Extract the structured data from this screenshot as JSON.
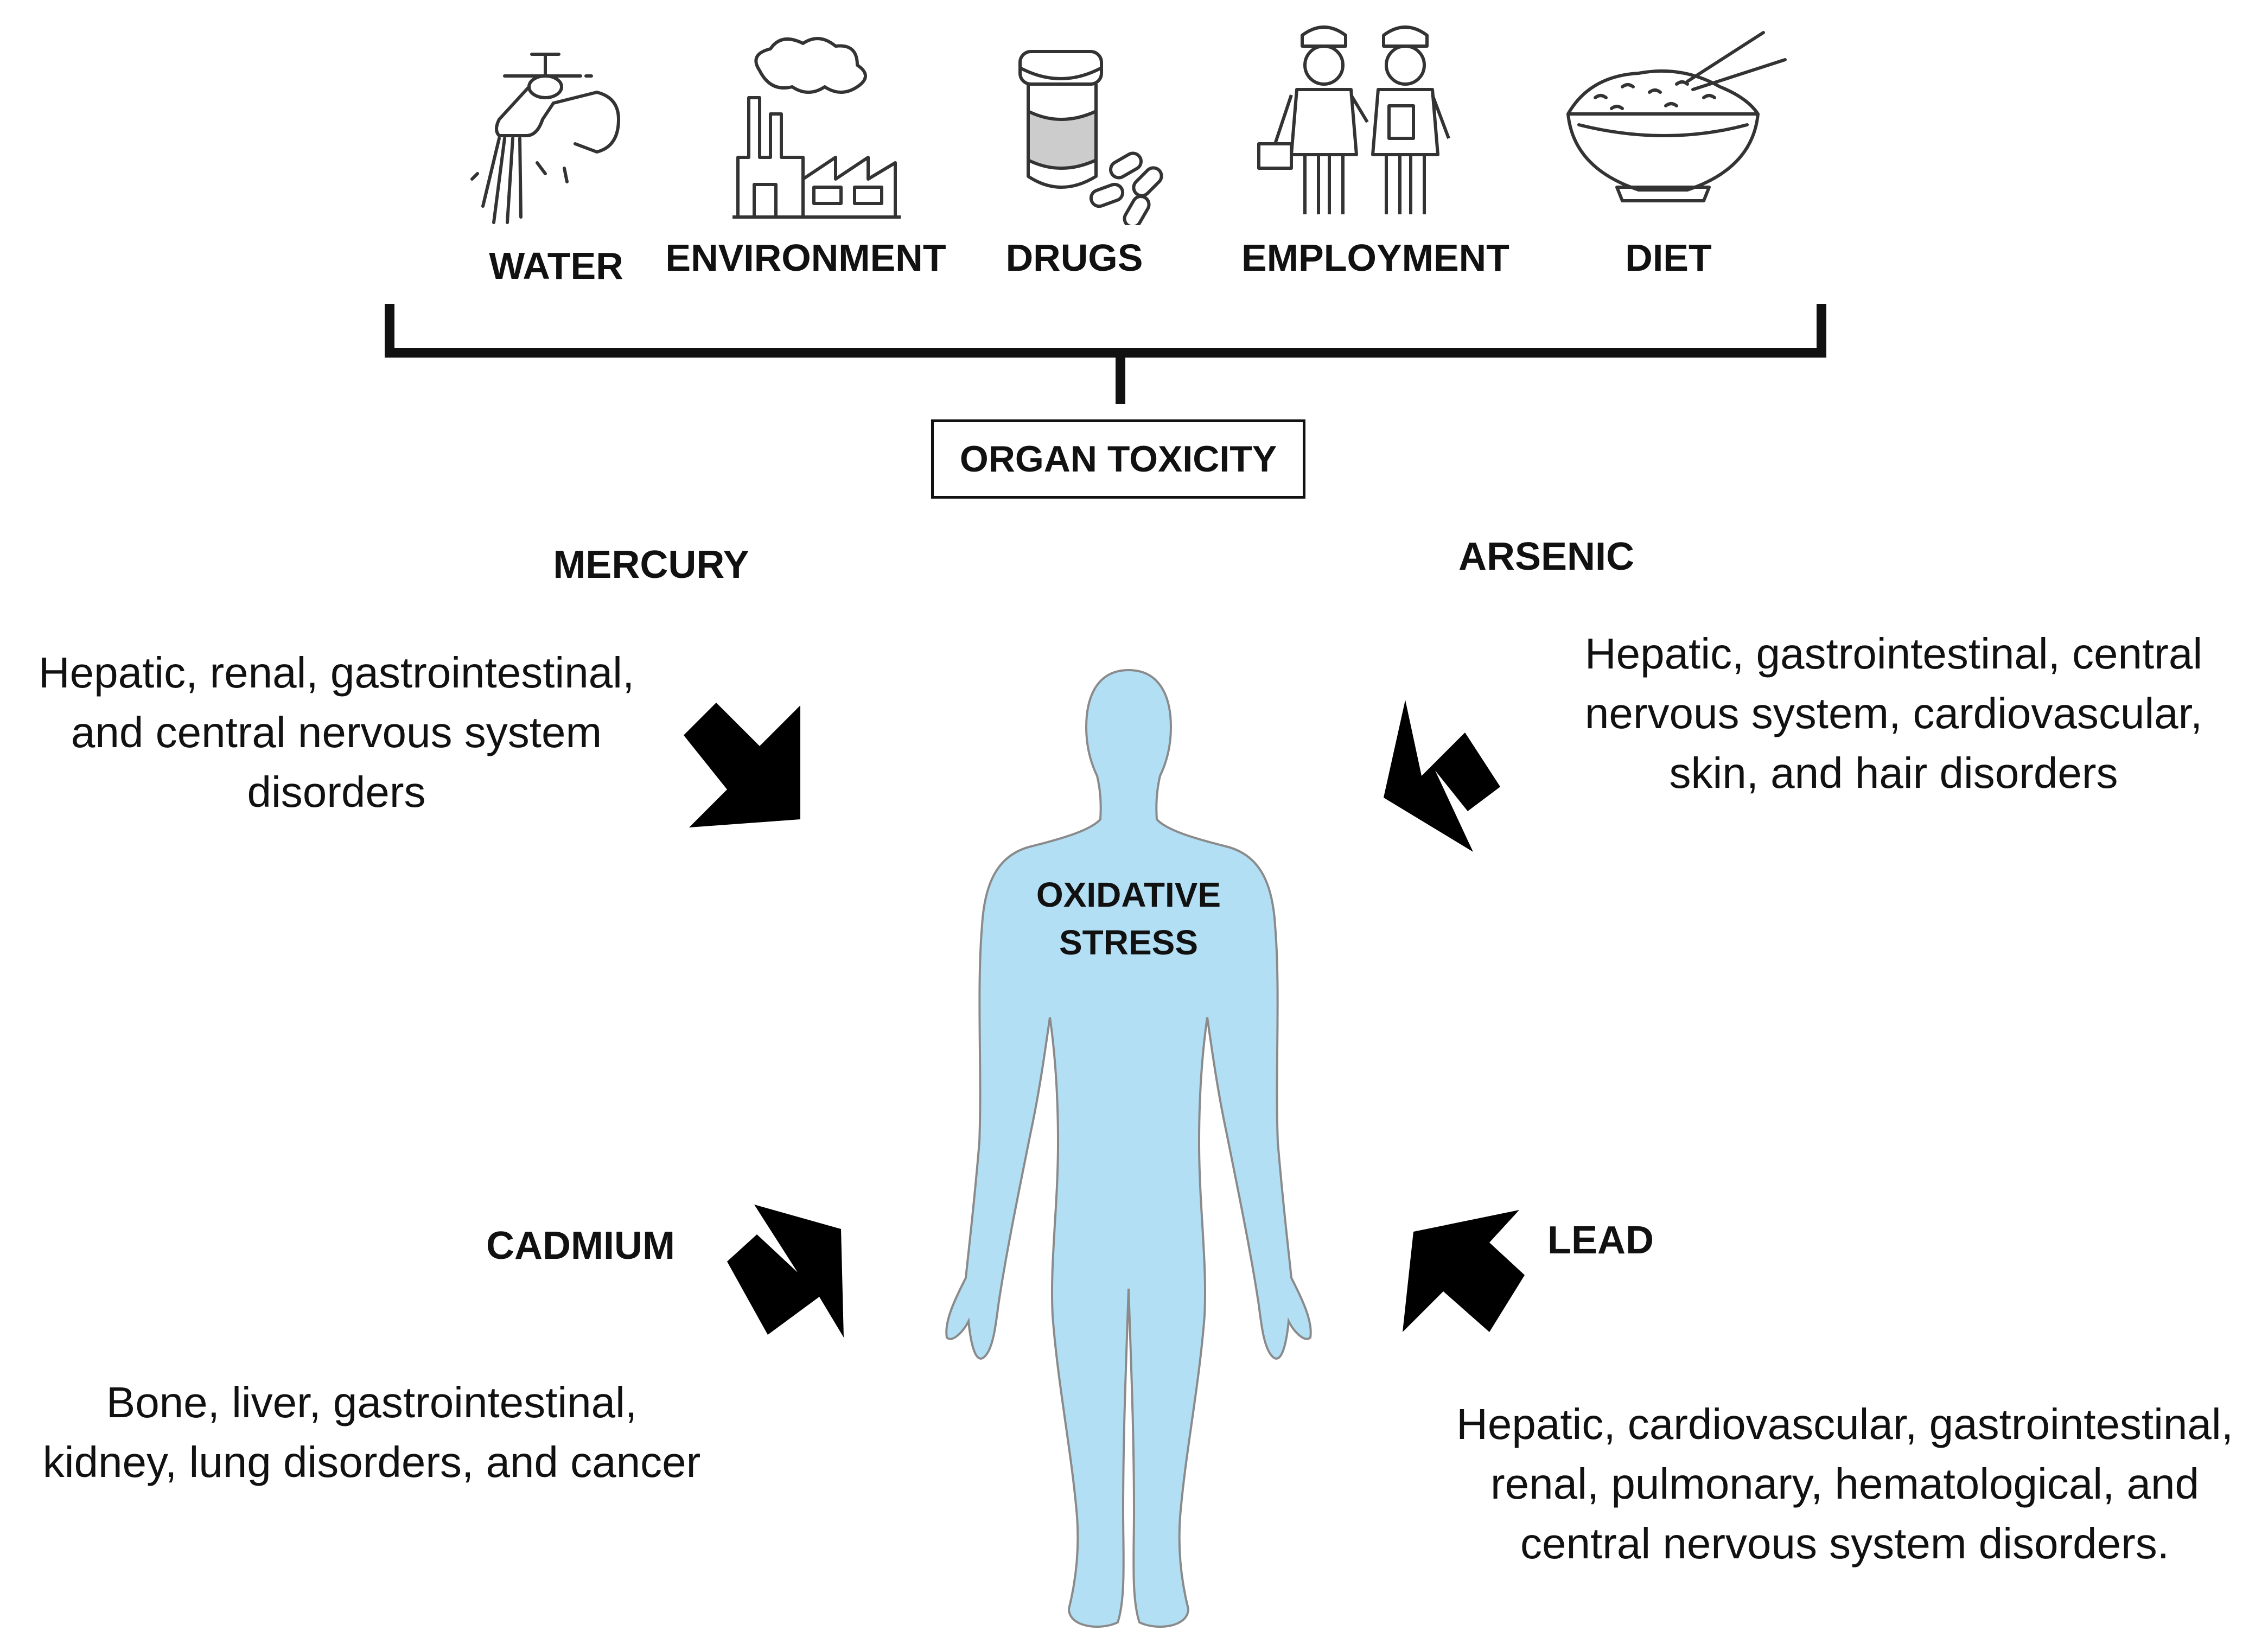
{
  "sources": [
    {
      "id": "water",
      "label": "WATER",
      "icon": "faucet-icon"
    },
    {
      "id": "environment",
      "label": "ENVIRONMENT",
      "icon": "factory-icon"
    },
    {
      "id": "drugs",
      "label": "DRUGS",
      "icon": "pill-bottle-icon"
    },
    {
      "id": "employment",
      "label": "EMPLOYMENT",
      "icon": "workers-icon"
    },
    {
      "id": "diet",
      "label": "DIET",
      "icon": "rice-bowl-icon"
    }
  ],
  "organ_toxicity": "ORGAN TOXICITY",
  "center": {
    "line1": "OXIDATIVE",
    "line2": "STRESS",
    "body_color": "#b3dff5"
  },
  "metals": {
    "mercury": {
      "name": "MERCURY",
      "effects": [
        "Hepatic, renal, gastrointestinal,",
        "and central nervous system",
        "disorders"
      ]
    },
    "arsenic": {
      "name": "ARSENIC",
      "effects": [
        "Hepatic, gastrointestinal, central",
        "nervous system, cardiovascular,",
        "skin, and hair disorders"
      ]
    },
    "cadmium": {
      "name": "CADMIUM",
      "effects": [
        "Bone, liver, gastrointestinal,",
        "kidney, lung disorders, and cancer"
      ]
    },
    "lead": {
      "name": "LEAD",
      "effects": [
        "Hepatic, cardiovascular, gastrointestinal,",
        "renal, pulmonary, hematological, and",
        "central nervous system disorders."
      ]
    }
  }
}
